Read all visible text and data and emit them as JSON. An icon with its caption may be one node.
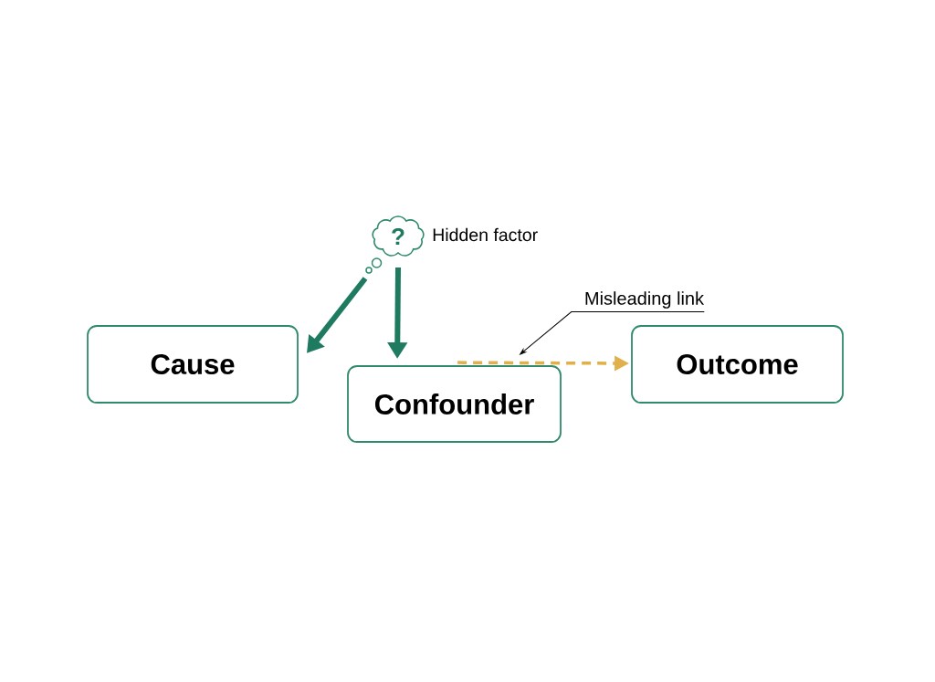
{
  "diagram": {
    "nodes": [
      {
        "text": [
          "Cause"
        ]
      },
      {
        "text": [
          "Confounder"
        ]
      },
      {
        "text": [
          "Outcome"
        ]
      },
      {
        "text": [
          "?"
        ],
        "beside": [
          "Hidden factor"
        ]
      },
      {
        "text": [
          "Misleading link"
        ]
      }
    ],
    "edges": [
      {
        "from": 3,
        "to": 0,
        "arrow": "to"
      },
      {
        "from": 3,
        "to": 1,
        "arrow": "to"
      },
      {
        "from": 1,
        "to": 2,
        "arrow": "to",
        "style": "dashed",
        "color": "#e2b04a"
      },
      {
        "from": 4,
        "to": null,
        "arrow": "to",
        "color": "#000000"
      }
    ]
  }
}
